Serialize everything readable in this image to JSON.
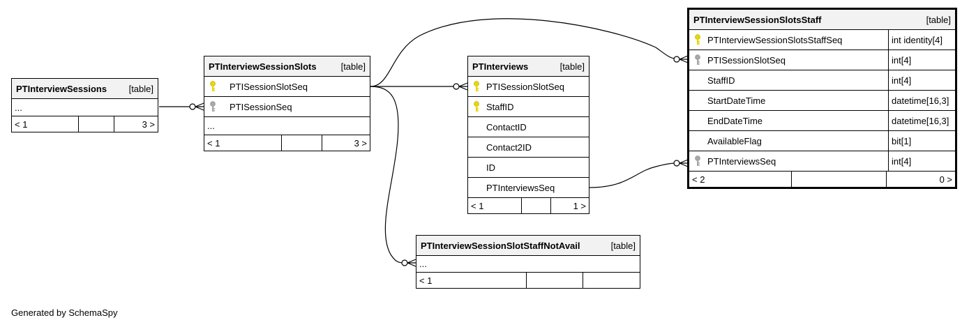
{
  "type_label": "[table]",
  "colors": {
    "primary_key": "#e8d800",
    "foreign_key": "#a8a8a8",
    "header_bg": "#f2f2f2"
  },
  "tables": {
    "sessions": {
      "name": "PTInterviewSessions",
      "body": "...",
      "footer": {
        "left": "< 1",
        "right": "3 >"
      }
    },
    "slots": {
      "name": "PTInterviewSessionSlots",
      "columns": [
        {
          "name": "PTISessionSlotSeq",
          "key": "primary-key-icon"
        },
        {
          "name": "PTISessionSeq",
          "key": "foreign-key-icon"
        }
      ],
      "body": "...",
      "footer": {
        "left": "< 1",
        "right": "3 >"
      }
    },
    "interviews": {
      "name": "PTInterviews",
      "columns": [
        {
          "name": "PTISessionSlotSeq",
          "key": "primary-key-icon"
        },
        {
          "name": "StaffID",
          "key": "primary-key-icon"
        },
        {
          "name": "ContactID",
          "key": ""
        },
        {
          "name": "Contact2ID",
          "key": ""
        },
        {
          "name": "ID",
          "key": ""
        },
        {
          "name": "PTInterviewsSeq",
          "key": ""
        }
      ],
      "footer": {
        "left": "< 1",
        "right": "1 >"
      }
    },
    "staff": {
      "name": "PTInterviewSessionSlotsStaff",
      "columns": [
        {
          "name": "PTInterviewSessionSlotsStaffSeq",
          "type": "int identity[4]",
          "key": "primary-key-icon"
        },
        {
          "name": "PTISessionSlotSeq",
          "type": "int[4]",
          "key": "foreign-key-icon"
        },
        {
          "name": "StaffID",
          "type": "int[4]",
          "key": ""
        },
        {
          "name": "StartDateTime",
          "type": "datetime[16,3]",
          "key": ""
        },
        {
          "name": "EndDateTime",
          "type": "datetime[16,3]",
          "key": ""
        },
        {
          "name": "AvailableFlag",
          "type": "bit[1]",
          "key": ""
        },
        {
          "name": "PTInterviewsSeq",
          "type": "int[4]",
          "key": "foreign-key-icon"
        }
      ],
      "footer": {
        "left": "< 2",
        "right": "0 >"
      }
    },
    "notavail": {
      "name": "PTInterviewSessionSlotStaffNotAvail",
      "body": "...",
      "footer": {
        "left": "< 1",
        "right": ""
      }
    }
  },
  "credit": "Generated by SchemaSpy"
}
